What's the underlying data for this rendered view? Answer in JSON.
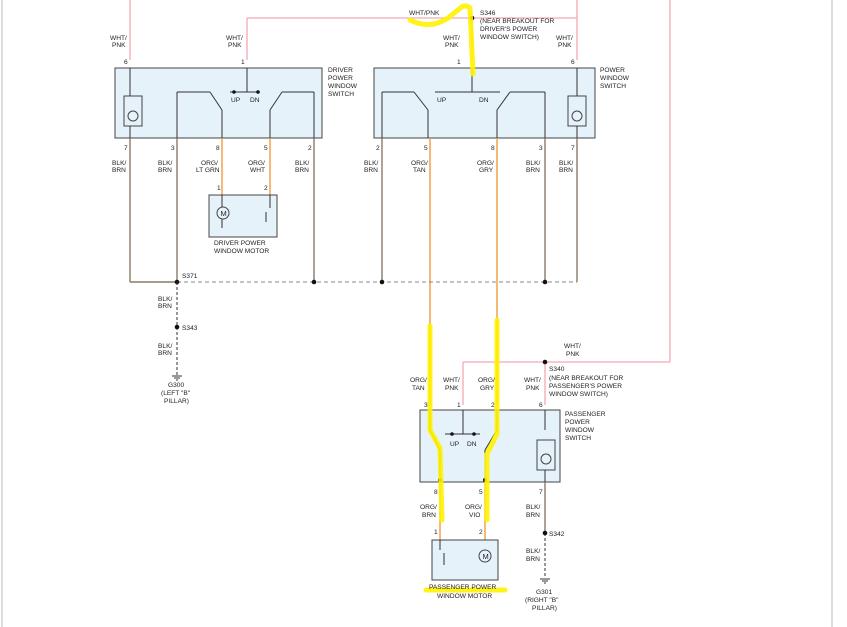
{
  "splices": {
    "s346_label": "S346",
    "s346_note1": "(NEAR BREAKOUT FOR",
    "s346_note2": "DRIVER'S POWER",
    "s346_note3": "WINDOW SWITCH)",
    "s371": "S371",
    "s343": "S343",
    "s340_label": "S340",
    "s340_note1": "(NEAR BREAKOUT FOR",
    "s340_note2": "PASSENGER'S POWER",
    "s340_note3": "WINDOW SWITCH)",
    "s342": "S342"
  },
  "grounds": {
    "g300": "G300",
    "g300_loc1": "(LEFT \"B\"",
    "g300_loc2": "PILLAR)",
    "g301": "G301",
    "g301_loc1": "(RIGHT \"B\"",
    "g301_loc2": "PILLAR)"
  },
  "components": {
    "driver_switch": [
      "DRIVER",
      "POWER",
      "WINDOW",
      "SWITCH"
    ],
    "power_switch": [
      "POWER",
      "WINDOW",
      "SWITCH"
    ],
    "passenger_switch": [
      "PASSENGER",
      "POWER",
      "WINDOW",
      "SWITCH"
    ],
    "driver_motor": [
      "DRIVER POWER",
      "WINDOW MOTOR"
    ],
    "passenger_motor": [
      "PASSENGER POWER",
      "WINDOW MOTOR"
    ],
    "up": "UP",
    "dn": "DN",
    "motor_symbol": "M"
  },
  "wires": {
    "wht": "WHT/",
    "pnk": "PNK",
    "wht_pnk": "WHT/PNK",
    "blk": "BLK/",
    "brn": "BRN",
    "org": "ORG/",
    "lt_grn": "LT GRN",
    "wht2": "WHT",
    "tan": "TAN",
    "gry": "GRY",
    "vio": "VIO"
  },
  "pins": {
    "p1": "1",
    "p2": "2",
    "p3": "3",
    "p5": "5",
    "p6": "6",
    "p7": "7",
    "p8": "8"
  }
}
